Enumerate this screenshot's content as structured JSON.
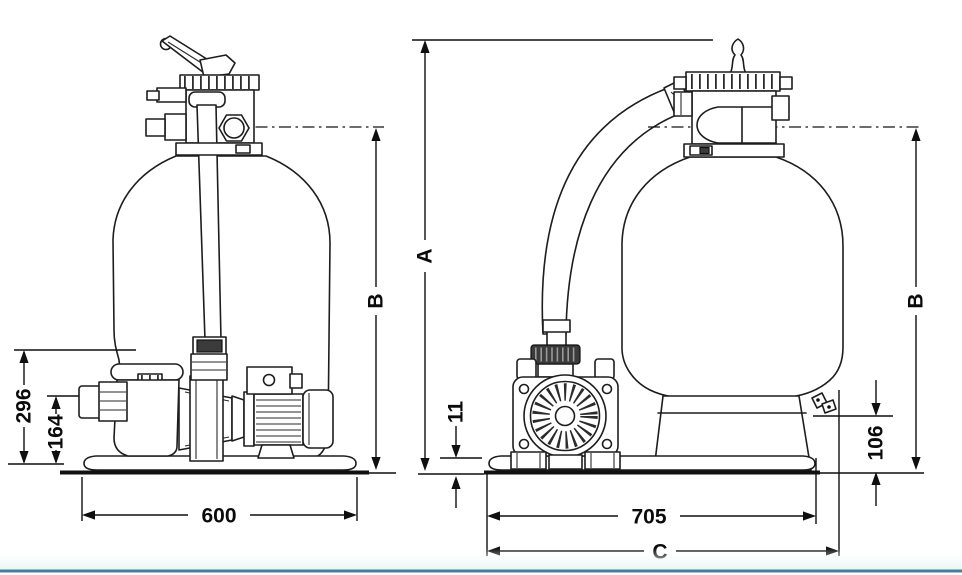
{
  "drawing": {
    "line_color": "#1d1d1d",
    "front_view": {
      "dims": {
        "pump_height": "296",
        "inlet_height": "164",
        "base_width": "600",
        "valve_centerline_height": "B"
      }
    },
    "side_view": {
      "dims": {
        "overall_height": "A",
        "base_plate_height": "11",
        "base_length": "705",
        "overall_length": "C",
        "valve_centerline_height": "B",
        "drain_outlet_height": "106"
      }
    }
  },
  "footer": {
    "accent_line_color": "#4e7d9b",
    "tint_color": "#e9f6f1"
  }
}
